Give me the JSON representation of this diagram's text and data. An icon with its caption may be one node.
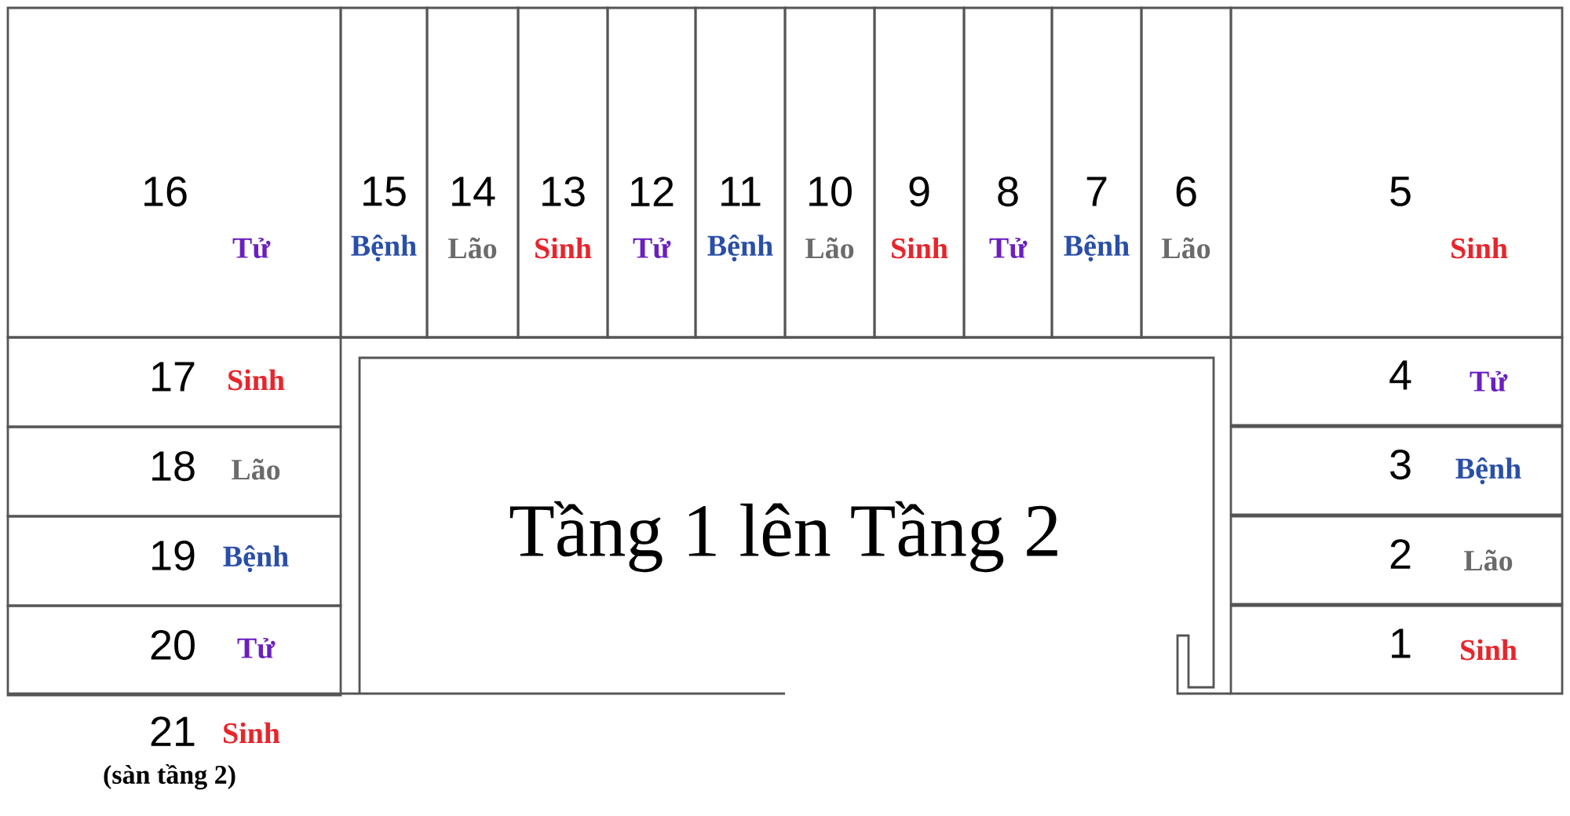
{
  "diagram": {
    "nodes": [
      {
        "text": [
          "1",
          "Sinh"
        ]
      },
      {
        "text": [
          "2",
          "Lão"
        ]
      },
      {
        "text": [
          "3",
          "Bệnh"
        ]
      },
      {
        "text": [
          "4",
          "Tử"
        ]
      },
      {
        "text": [
          "5",
          "Sinh"
        ]
      },
      {
        "text": [
          "6",
          "Lão"
        ]
      },
      {
        "text": [
          "7",
          "Bệnh"
        ]
      },
      {
        "text": [
          "8",
          "Tử"
        ]
      },
      {
        "text": [
          "9",
          "Sinh"
        ]
      },
      {
        "text": [
          "10",
          "Lão"
        ]
      },
      {
        "text": [
          "11",
          "Bệnh"
        ]
      },
      {
        "text": [
          "12",
          "Tử"
        ]
      },
      {
        "text": [
          "13",
          "Sinh"
        ]
      },
      {
        "text": [
          "14",
          "Lão"
        ]
      },
      {
        "text": [
          "15",
          "Bệnh"
        ]
      },
      {
        "text": [
          "16",
          "Tử"
        ]
      },
      {
        "text": [
          "17",
          "Sinh"
        ]
      },
      {
        "text": [
          "18",
          "Lão"
        ]
      },
      {
        "text": [
          "19",
          "Bệnh"
        ]
      },
      {
        "text": [
          "20",
          "Tử"
        ]
      },
      {
        "text": [
          "Tầng 1 lên Tầng 2"
        ]
      }
    ],
    "labels": [
      "21",
      "Sinh",
      "(sàn tầng 2)"
    ]
  }
}
